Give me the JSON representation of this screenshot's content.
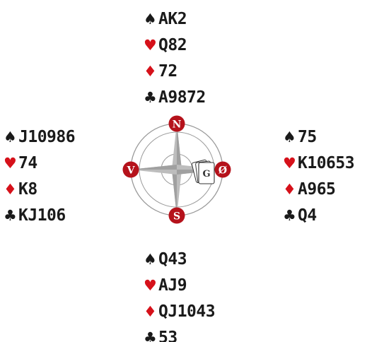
{
  "suit_colors": {
    "spade": "#1a1a1a",
    "heart": "#d6111a",
    "diamond": "#d6111a",
    "club": "#1a1a1a",
    "marker": "#b5121b"
  },
  "symbols": {
    "spade": "♠",
    "heart": "♥",
    "diamond": "♦",
    "club": "♣"
  },
  "hands": {
    "north": {
      "spades": "AK2",
      "hearts": "Q82",
      "diamonds": "72",
      "clubs": "A9872"
    },
    "west": {
      "spades": "J10986",
      "hearts": "74",
      "diamonds": "K8",
      "clubs": "KJ106"
    },
    "east": {
      "spades": "75",
      "hearts": "K10653",
      "diamonds": "A965",
      "clubs": "Q4"
    },
    "south": {
      "spades": "Q43",
      "hearts": "AJ9",
      "diamonds": "QJ1043",
      "clubs": "53"
    }
  },
  "compass": {
    "north": "N",
    "south": "S",
    "west": "V",
    "east": "Ø",
    "dealer": "G"
  }
}
